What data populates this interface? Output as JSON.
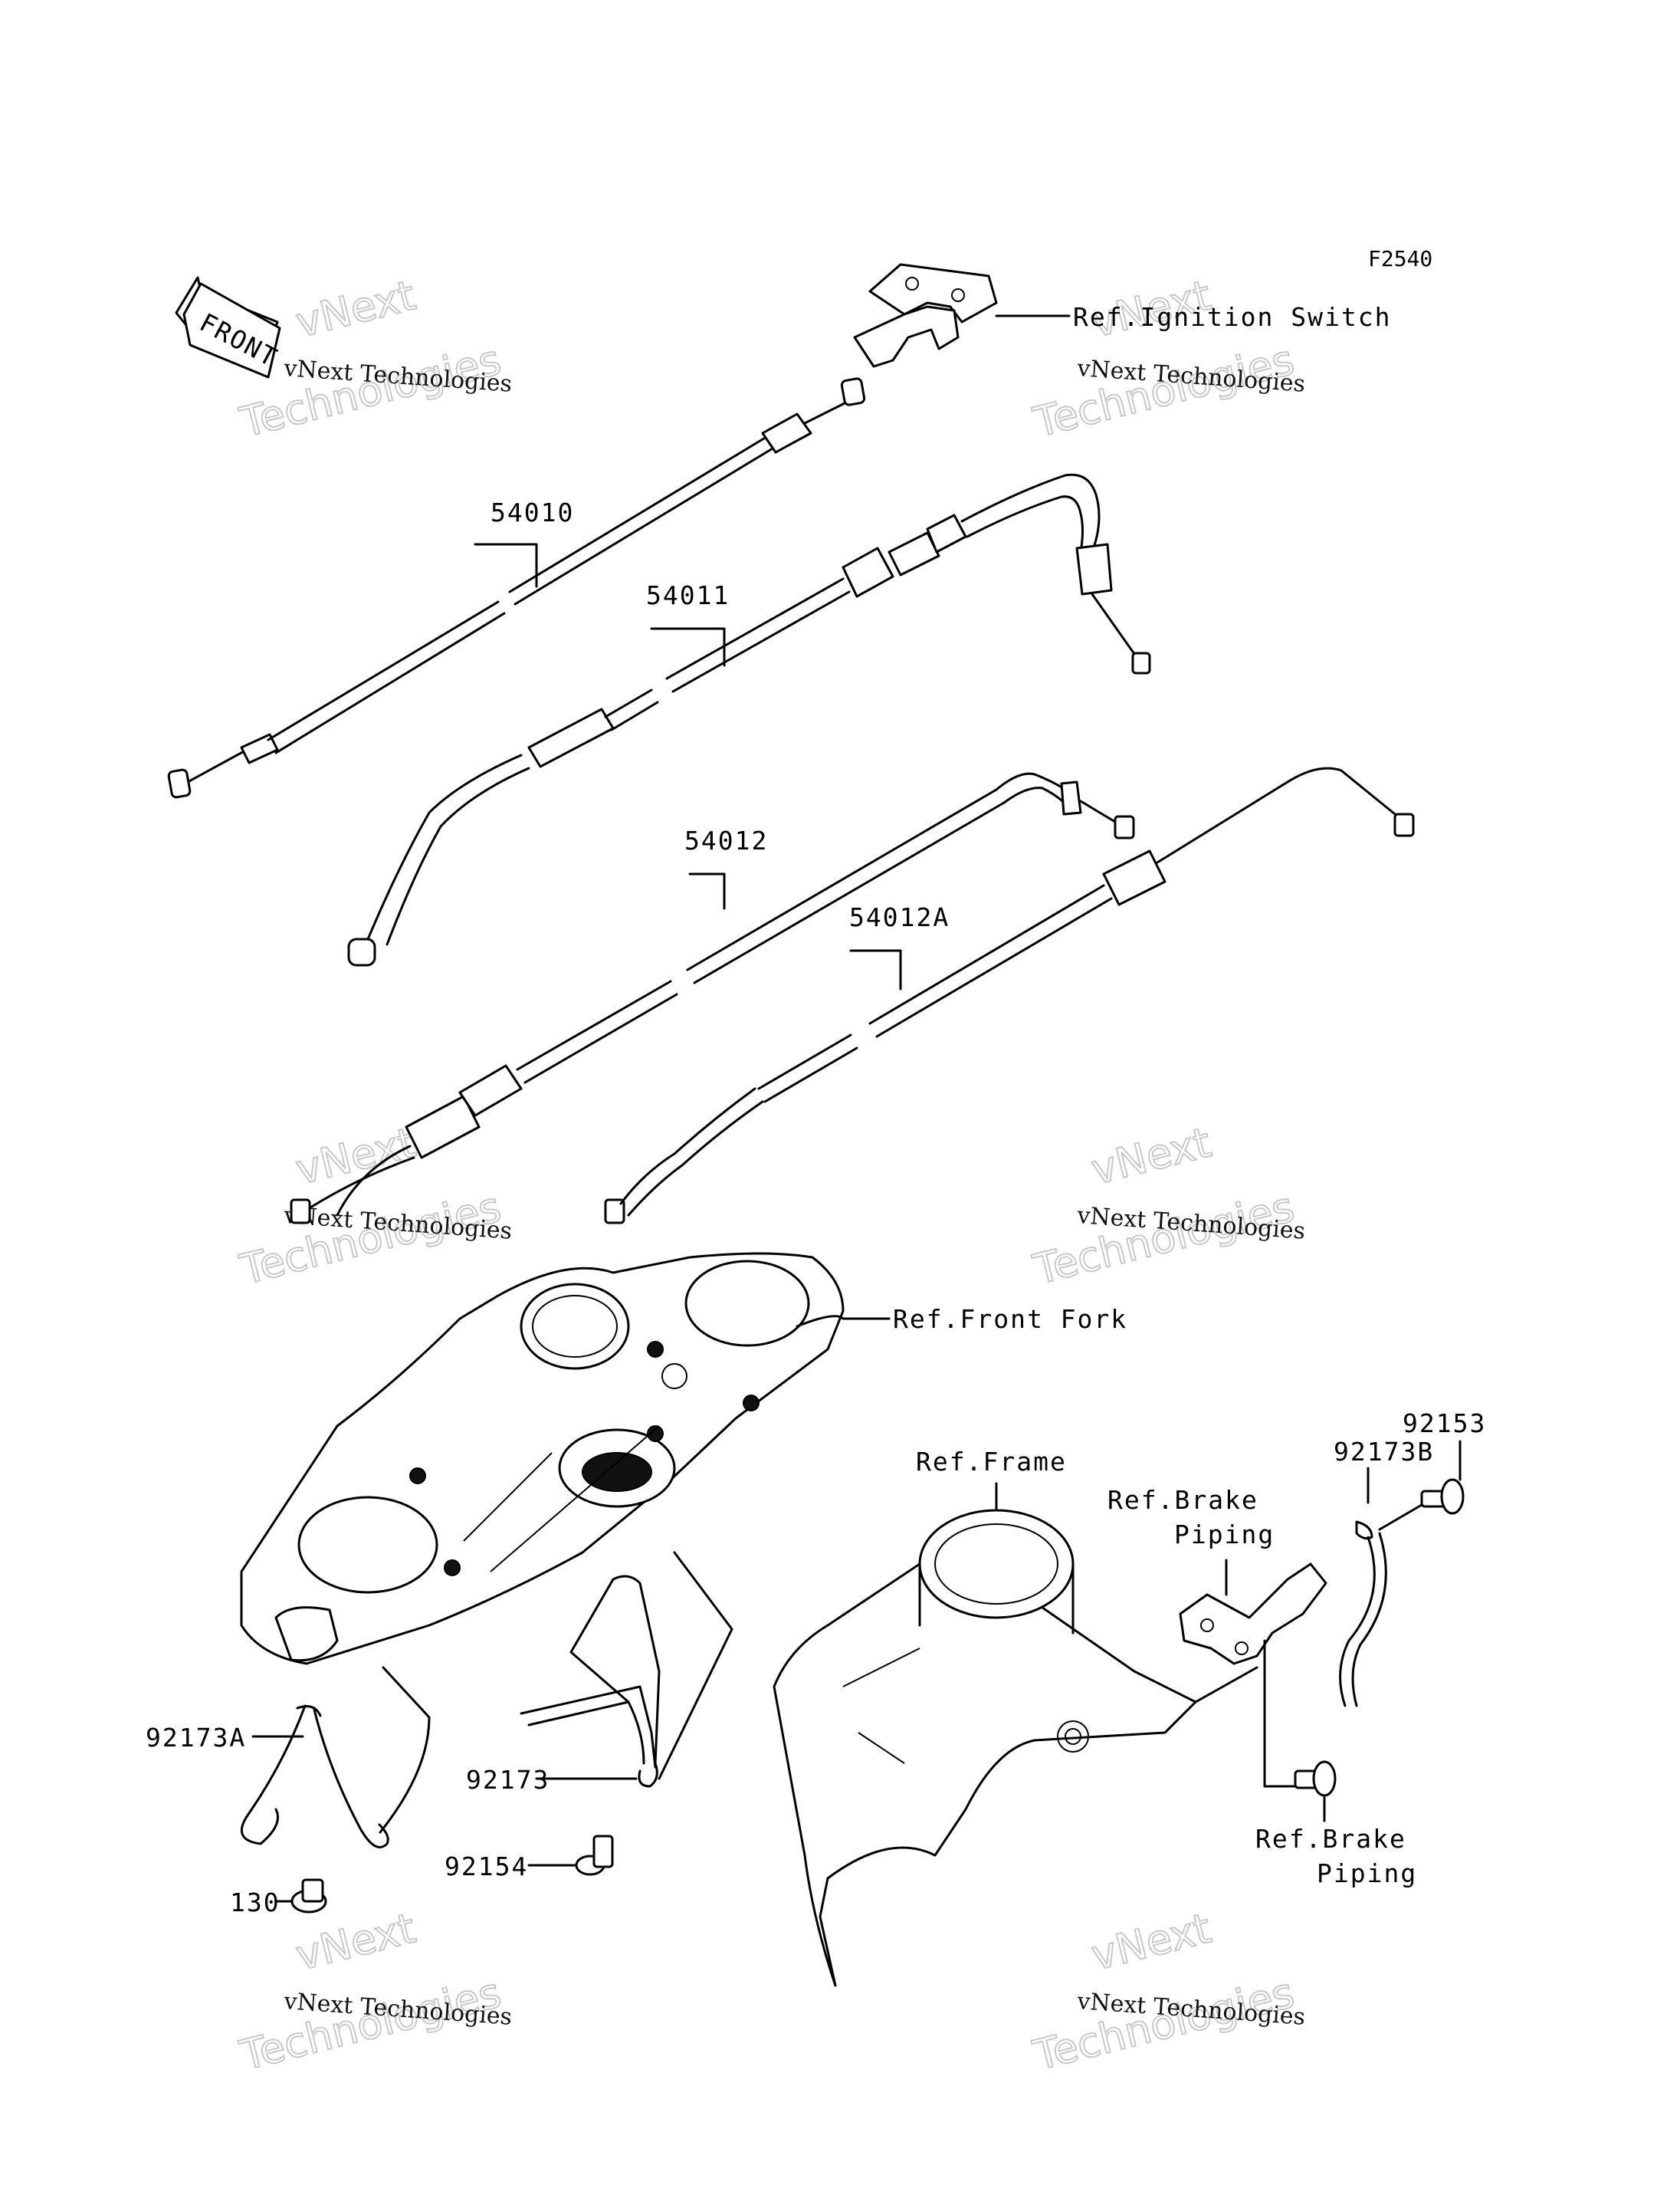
{
  "diagram_code": "F2540",
  "front_arrow": "FRONT",
  "watermark": {
    "line1": "vNext Technologies",
    "line2": "vNext",
    "line3": "Technologies"
  },
  "labels": {
    "ignition": "Ref.Ignition Switch",
    "front_fork": "Ref.Front Fork",
    "frame": "Ref.Frame",
    "brake_piping_top_1": "Ref.Brake",
    "brake_piping_top_2": "Piping",
    "brake_piping_bottom_1": "Ref.Brake",
    "brake_piping_bottom_2": "Piping"
  },
  "parts": {
    "p54010": "54010",
    "p54011": "54011",
    "p54012": "54012",
    "p54012A": "54012A",
    "p92153": "92153",
    "p92173B": "92173B",
    "p92173A": "92173A",
    "p92173": "92173",
    "p92154": "92154",
    "p130": "130"
  }
}
